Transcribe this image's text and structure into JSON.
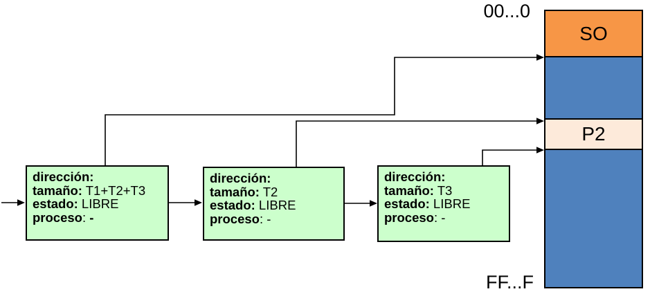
{
  "diagram": {
    "description": "Lista enlazada de bloques libres de memoria apuntando al mapa de memoria"
  },
  "colors": {
    "node-green": "#ccffcc",
    "so-orange": "#f79646",
    "free-blue": "#4f81bd",
    "p2-cream": "#fdeada",
    "line-black": "#000000"
  },
  "memory_map": {
    "top_address_label": "00...0",
    "bottom_address_label": "FF...F",
    "segments": [
      {
        "label": "SO",
        "color": "#f79646"
      },
      {
        "label": "",
        "color": "#4f81bd"
      },
      {
        "label": "P2",
        "color": "#fdeada"
      },
      {
        "label": "",
        "color": "#4f81bd"
      }
    ]
  },
  "nodes": [
    {
      "rows": [
        {
          "b": "dirección:",
          "n": ""
        },
        {
          "b": "tamaño:",
          "n": " T1+T2+T3"
        },
        {
          "b": "estado:",
          "n": " LIBRE"
        },
        {
          "b": "proceso",
          "n": ":",
          "b2": " -"
        }
      ]
    },
    {
      "rows": [
        {
          "b": "dirección:",
          "n": ""
        },
        {
          "b": "tamaño:",
          "n": " T2"
        },
        {
          "b": "estado:",
          "n": " LIBRE"
        },
        {
          "b": "proceso",
          "n": ": -"
        }
      ]
    },
    {
      "rows": [
        {
          "b": "dirección:",
          "n": ""
        },
        {
          "b": "tamaño:",
          "n": " T3"
        },
        {
          "b": "estado:",
          "n": " LIBRE"
        },
        {
          "b": "proceso",
          "n": ": -"
        }
      ]
    }
  ]
}
